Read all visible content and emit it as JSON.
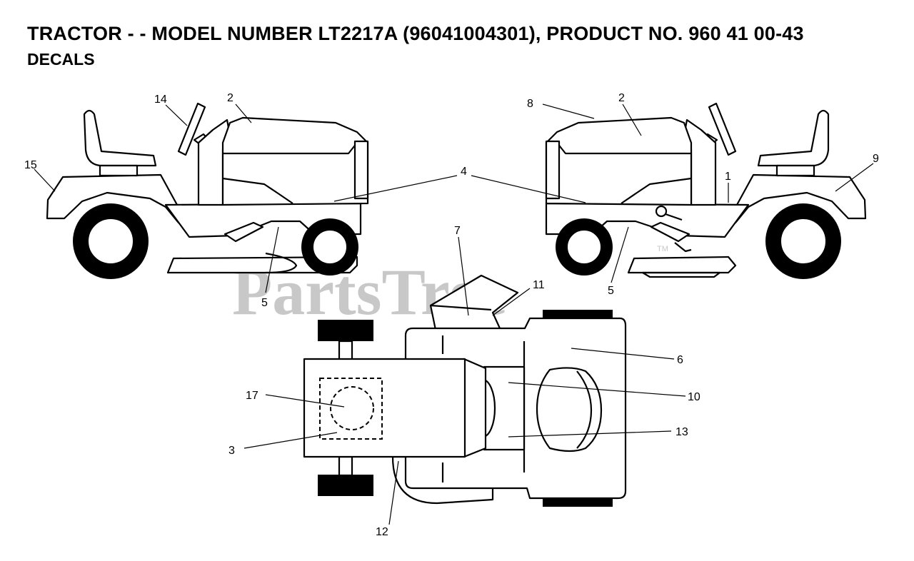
{
  "header": {
    "title": "TRACTOR - - MODEL NUMBER LT2217A (96041004301), PRODUCT NO. 960 41 00-43",
    "subtitle": "DECALS"
  },
  "watermark": {
    "text": "PartsTree",
    "mark": "TM",
    "color": "#c8c8c8"
  },
  "callouts": {
    "c1": "1",
    "c2a": "2",
    "c2b": "2",
    "c3": "3",
    "c4": "4",
    "c5a": "5",
    "c5b": "5",
    "c6": "6",
    "c7": "7",
    "c8": "8",
    "c9": "9",
    "c10": "10",
    "c11": "11",
    "c12": "12",
    "c13": "13",
    "c14": "14",
    "c15": "15",
    "c17": "17"
  }
}
